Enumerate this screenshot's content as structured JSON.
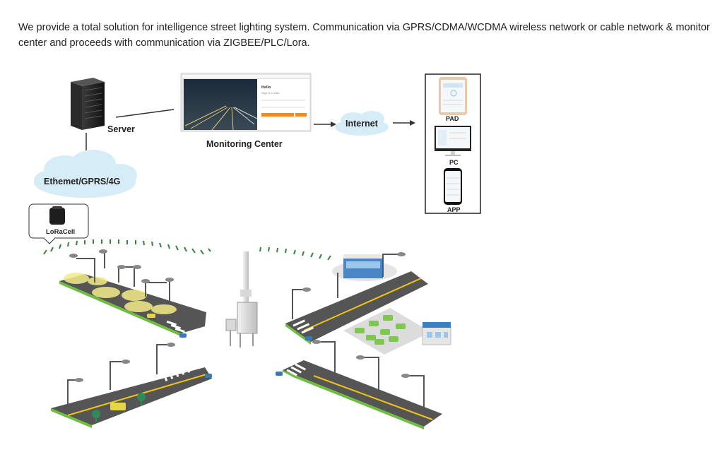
{
  "intro": {
    "line1": "We provide a total solution for intelligence street lighting system. Communication via GPRS/CDMA/WCDMA wireless network or cable network & monitor",
    "line2": "center and proceeds with communication via ZIGBEE/PLC/Lora."
  },
  "diagram": {
    "server": "Server",
    "monitoring_center": "Monitoring Center",
    "internet": "Internet",
    "network_cloud": "Ethemet/GPRS/4G",
    "lora_cell": "LoRaCell",
    "devices": {
      "pad": "PAD",
      "pc": "PC",
      "app": "APP"
    },
    "login_card": {
      "title": "Hello",
      "subtitle": "Sign in to start"
    }
  },
  "colors": {
    "road": "#555555",
    "road_edge": "#6fbf3f",
    "lane_line": "#f0c419",
    "light_glow": "#f3ec8a",
    "cloud": "#d6ecf7",
    "login_button": "#f08a24"
  },
  "icons": [
    "server-rack-icon",
    "monitor-icon",
    "cloud-icon",
    "arrow-right-icon",
    "tablet-icon",
    "desktop-icon",
    "smartphone-icon",
    "lora-gateway-icon",
    "street-lamp-icon",
    "building-icon",
    "car-icon",
    "tree-icon",
    "antenna-tower-icon"
  ]
}
